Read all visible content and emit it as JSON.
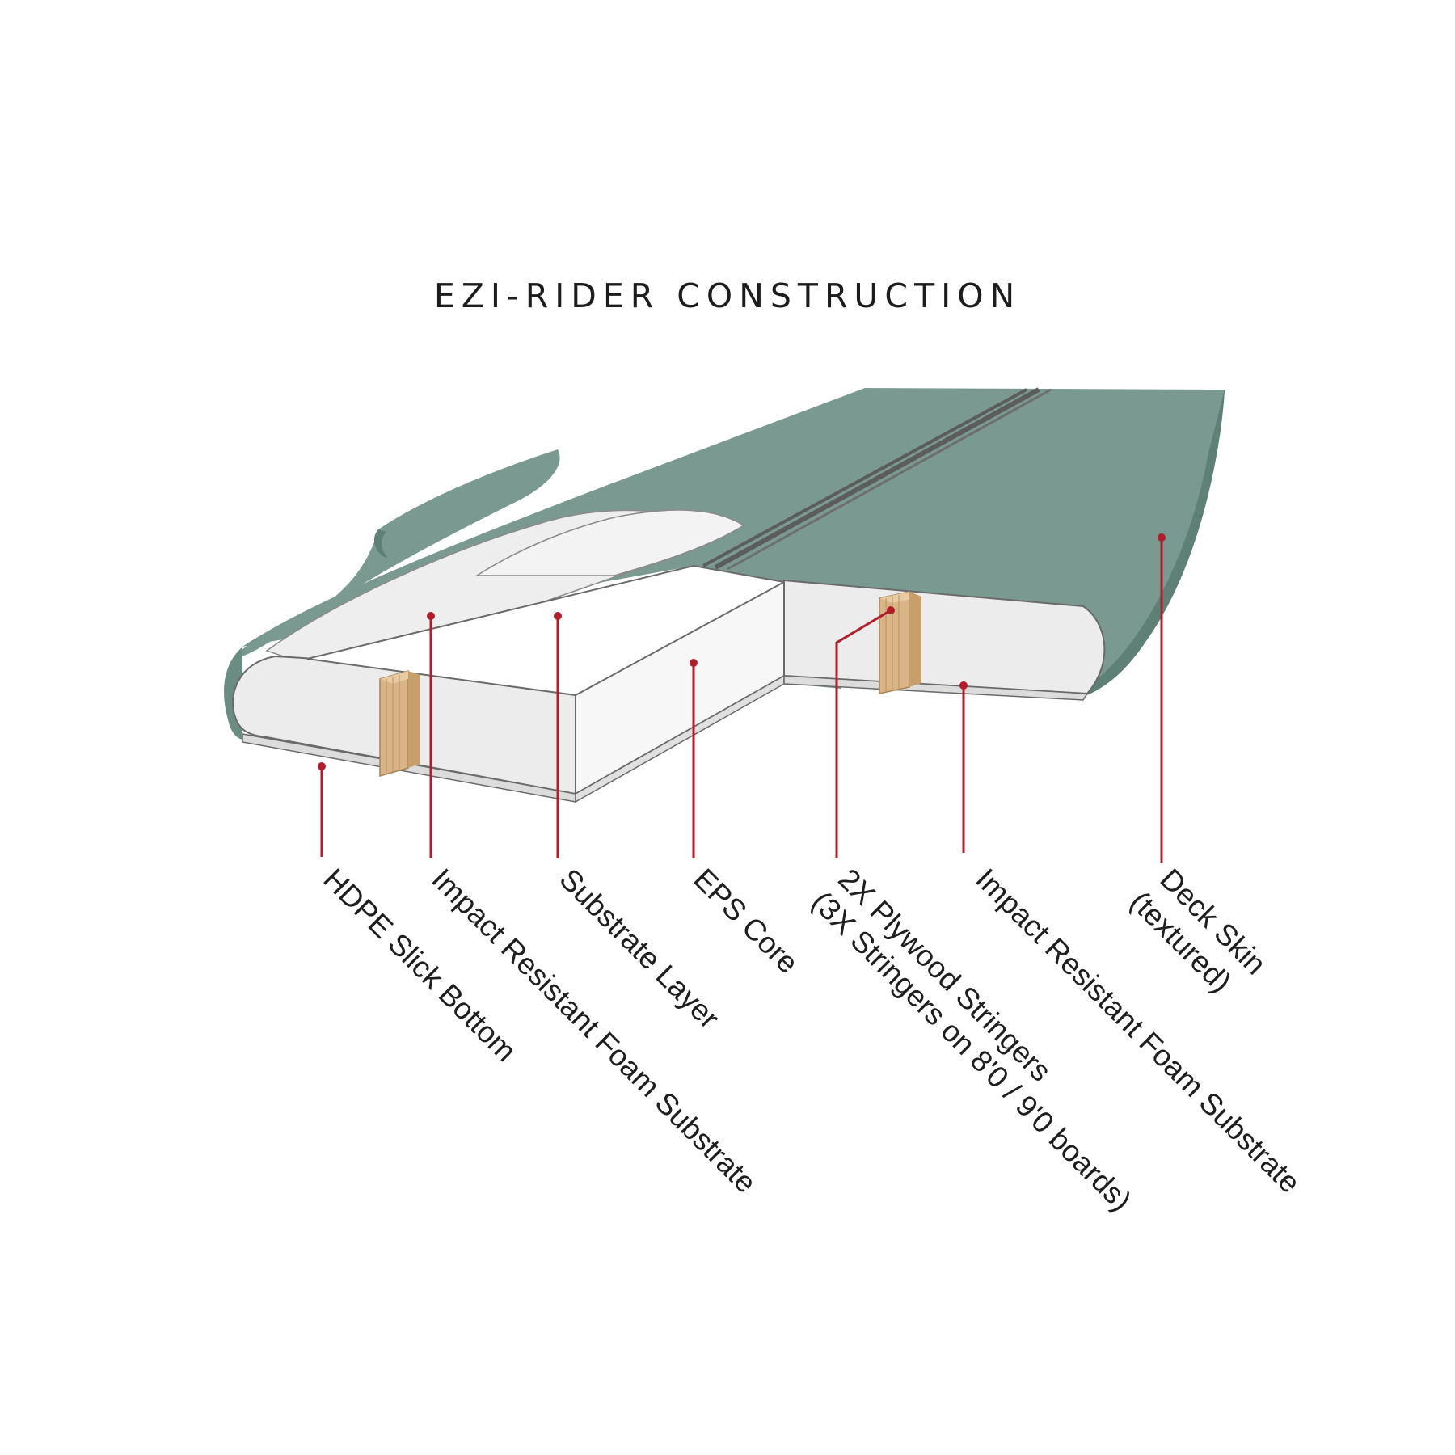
{
  "title": "EZI-RIDER CONSTRUCTION",
  "colors": {
    "deck_skin": "#7a9a91",
    "deck_skin_dark": "#5f8077",
    "foam": "#ededed",
    "core_top": "#ffffff",
    "stringer": "#d8b487",
    "stripe": "#5c5c5c",
    "leader": "#b01e2c"
  },
  "labels": [
    {
      "id": "hdpe",
      "text": "HDPE Slick Bottom"
    },
    {
      "id": "impact1",
      "text": "Impact Resistant Foam Substrate"
    },
    {
      "id": "substrate",
      "text": "Substrate Layer"
    },
    {
      "id": "eps",
      "text": "EPS Core"
    },
    {
      "id": "stringers_1",
      "text": "2X Plywood Stringers"
    },
    {
      "id": "stringers_2",
      "text": "(3X Stringers on 8'0 / 9'0 boards)"
    },
    {
      "id": "impact2",
      "text": "Impact Resistant Foam Substrate"
    },
    {
      "id": "deck_1",
      "text": "Deck Skin"
    },
    {
      "id": "deck_2",
      "text": "(textured)"
    }
  ]
}
